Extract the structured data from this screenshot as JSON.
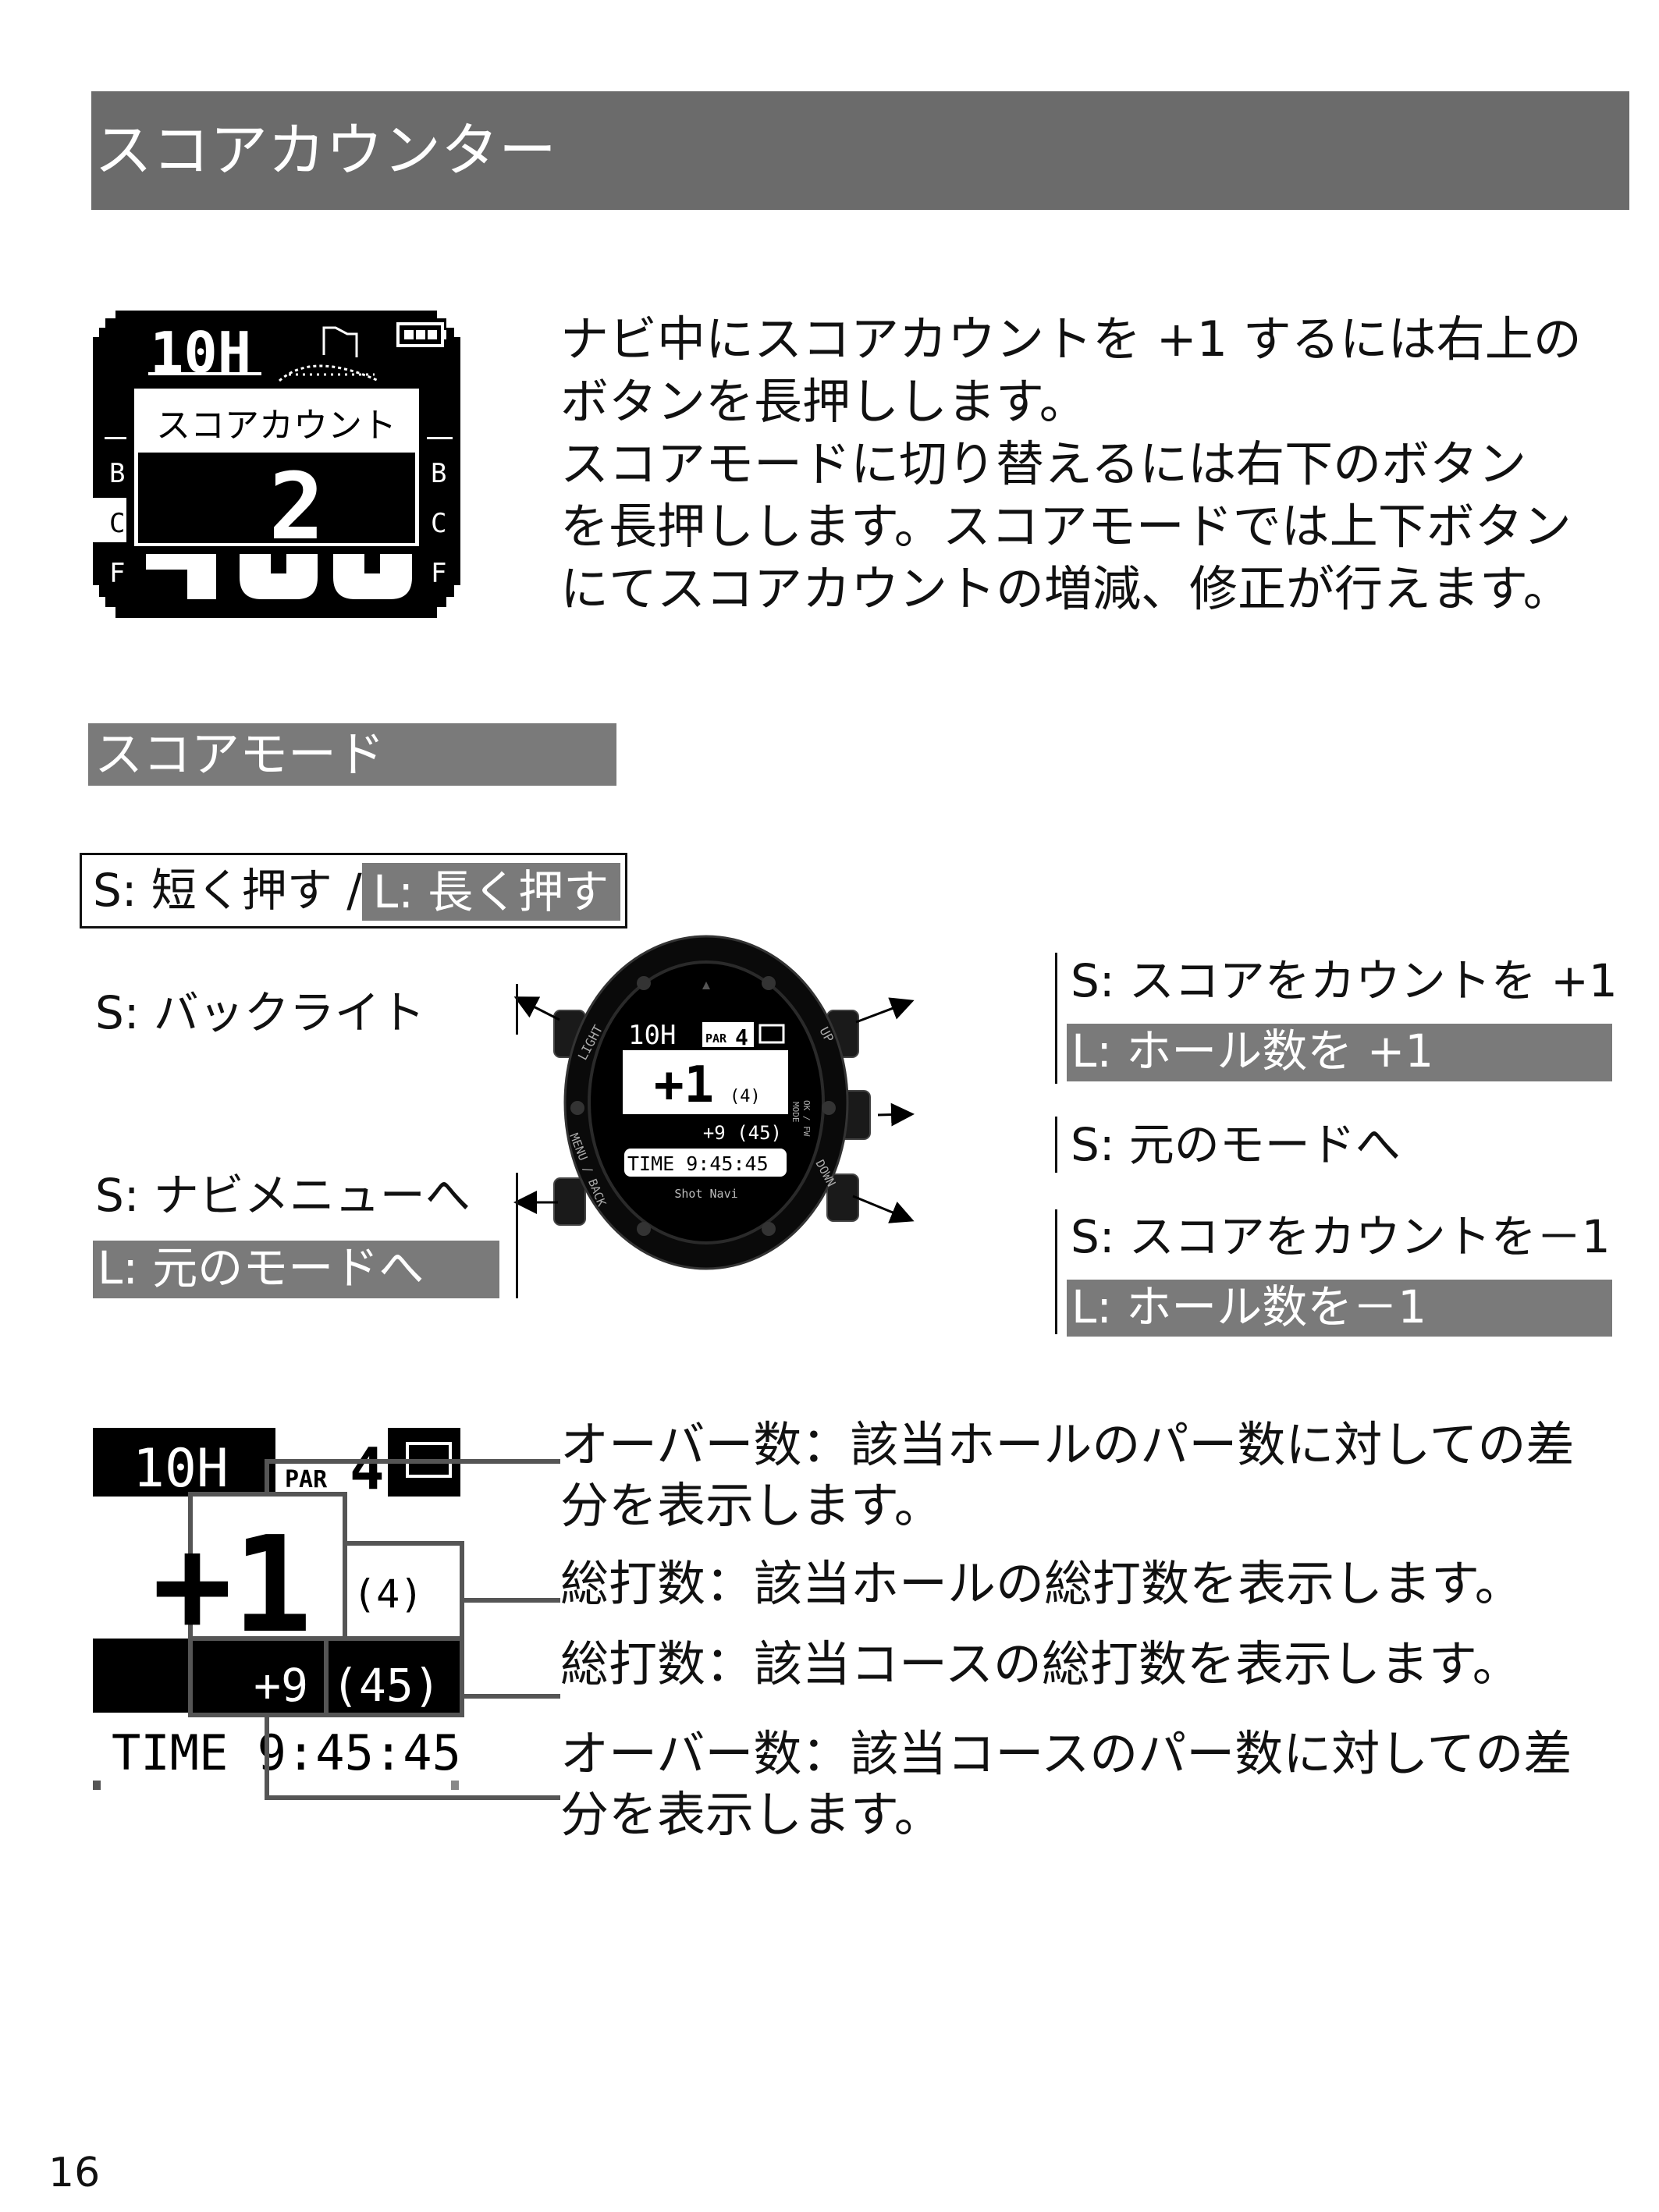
{
  "header": {
    "title": "スコアカウンター"
  },
  "score_count_screen": {
    "hole": "10H",
    "popup_title": "スコアカウント",
    "count": "2",
    "side_labels": [
      "B",
      "C",
      "F"
    ]
  },
  "description": [
    "ナビ中にスコアカウントを +1 するには右上の",
    "ボタンを長押しします。",
    "スコアモードに切り替えるには右下のボタン",
    "を長押しします。スコアモードでは上下ボタン",
    "にてスコアカウントの増減、修正が行えます。"
  ],
  "section": {
    "title": "スコアモード"
  },
  "legend": {
    "short": "S: 短く押す /",
    "long": "L: 長く押す"
  },
  "watch": {
    "hole": "10H",
    "par_label": "PAR",
    "par_value": "4",
    "hole_over": "+1",
    "hole_strokes": "(4)",
    "course_over": "+9",
    "course_strokes": "(45)",
    "time": "TIME 9:45:45",
    "brand": "Shot Navi",
    "bezel": {
      "light": "LIGHT",
      "up": "UP",
      "ok": "OK / FW",
      "mode": "MODE",
      "menu": "MENU / BACK",
      "down": "DOWN"
    }
  },
  "buttons": {
    "light_short": "S: バックライト",
    "menu_short": "S: ナビメニューへ",
    "menu_long": "L: 元のモードへ",
    "up_short": "S: スコアをカウントを +1",
    "up_long": "L: ホール数を +1",
    "ok_short": "S: 元のモードへ",
    "down_short": "S: スコアをカウントを－1",
    "down_long": "L: ホール数を－1"
  },
  "detail_screen": {
    "hole": "10H",
    "par_label": "PAR",
    "par_value": "4",
    "hole_over": "+1",
    "hole_strokes": "(4)",
    "course_over": "+9",
    "course_strokes": "(45)",
    "time": "TIME 9:45:45"
  },
  "callouts": [
    "オーバー数：該当ホールのパー数に対しての差",
    "分を表示します。",
    "総打数：該当ホールの総打数を表示します。",
    "総打数：該当コースの総打数を表示します。",
    "オーバー数：該当コースのパー数に対しての差",
    "分を表示します。"
  ],
  "page_number": "16"
}
